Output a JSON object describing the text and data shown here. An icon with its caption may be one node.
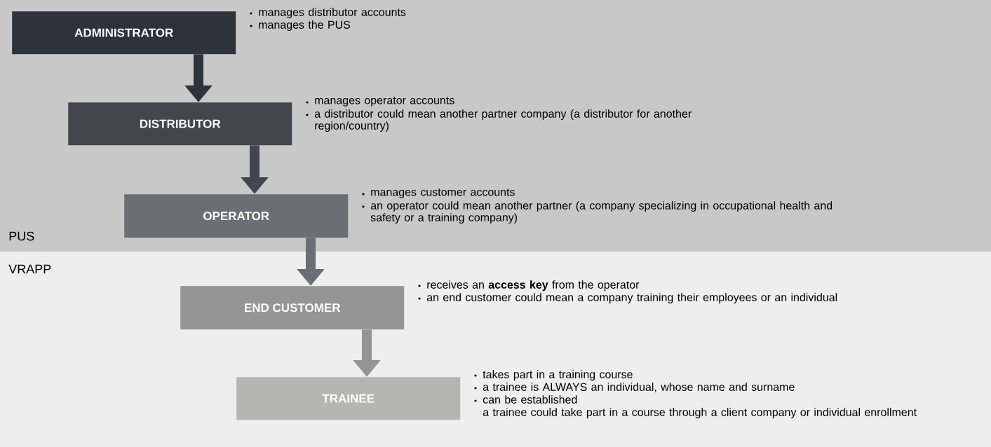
{
  "diagram": {
    "nodes": [
      {
        "text": [
          "ADMINISTRATOR"
        ],
        "beside": [
          "manages distributor accounts",
          "manages the PUS"
        ]
      },
      {
        "text": [
          "DISTRIBUTOR"
        ],
        "beside": [
          "manages operator accounts",
          "a distributor could mean another partner company (a distributor for another region/country)"
        ]
      },
      {
        "text": [
          "OPERATOR"
        ],
        "beside": [
          "manages customer accounts",
          "an operator could mean another partner (a company specializing in occupational health and safety or a training company)"
        ]
      },
      {
        "text": [
          "END CUSTOMER"
        ],
        "beside": [
          "receives an **access key** from the operator",
          "an end customer could mean a company training their employees or an individual"
        ]
      },
      {
        "text": [
          "TRAINEE"
        ],
        "beside": [
          "takes part in a training course",
          "a trainee is ALWAYS an individual, whose name and surname",
          "can be established",
          "a trainee could take part in a course through a client company or individual enrollment"
        ]
      }
    ],
    "edges": [
      {
        "from": 0,
        "to": 1,
        "arrow": "to",
        "color": "#2d333a"
      },
      {
        "from": 1,
        "to": 2,
        "arrow": "to",
        "color": "#43474d"
      },
      {
        "from": 2,
        "to": 3,
        "arrow": "to",
        "color": "#6a6f75"
      },
      {
        "from": 3,
        "to": 4,
        "arrow": "to",
        "color": "#959595"
      }
    ],
    "labels": [
      "PUS",
      "VRAPP"
    ]
  }
}
